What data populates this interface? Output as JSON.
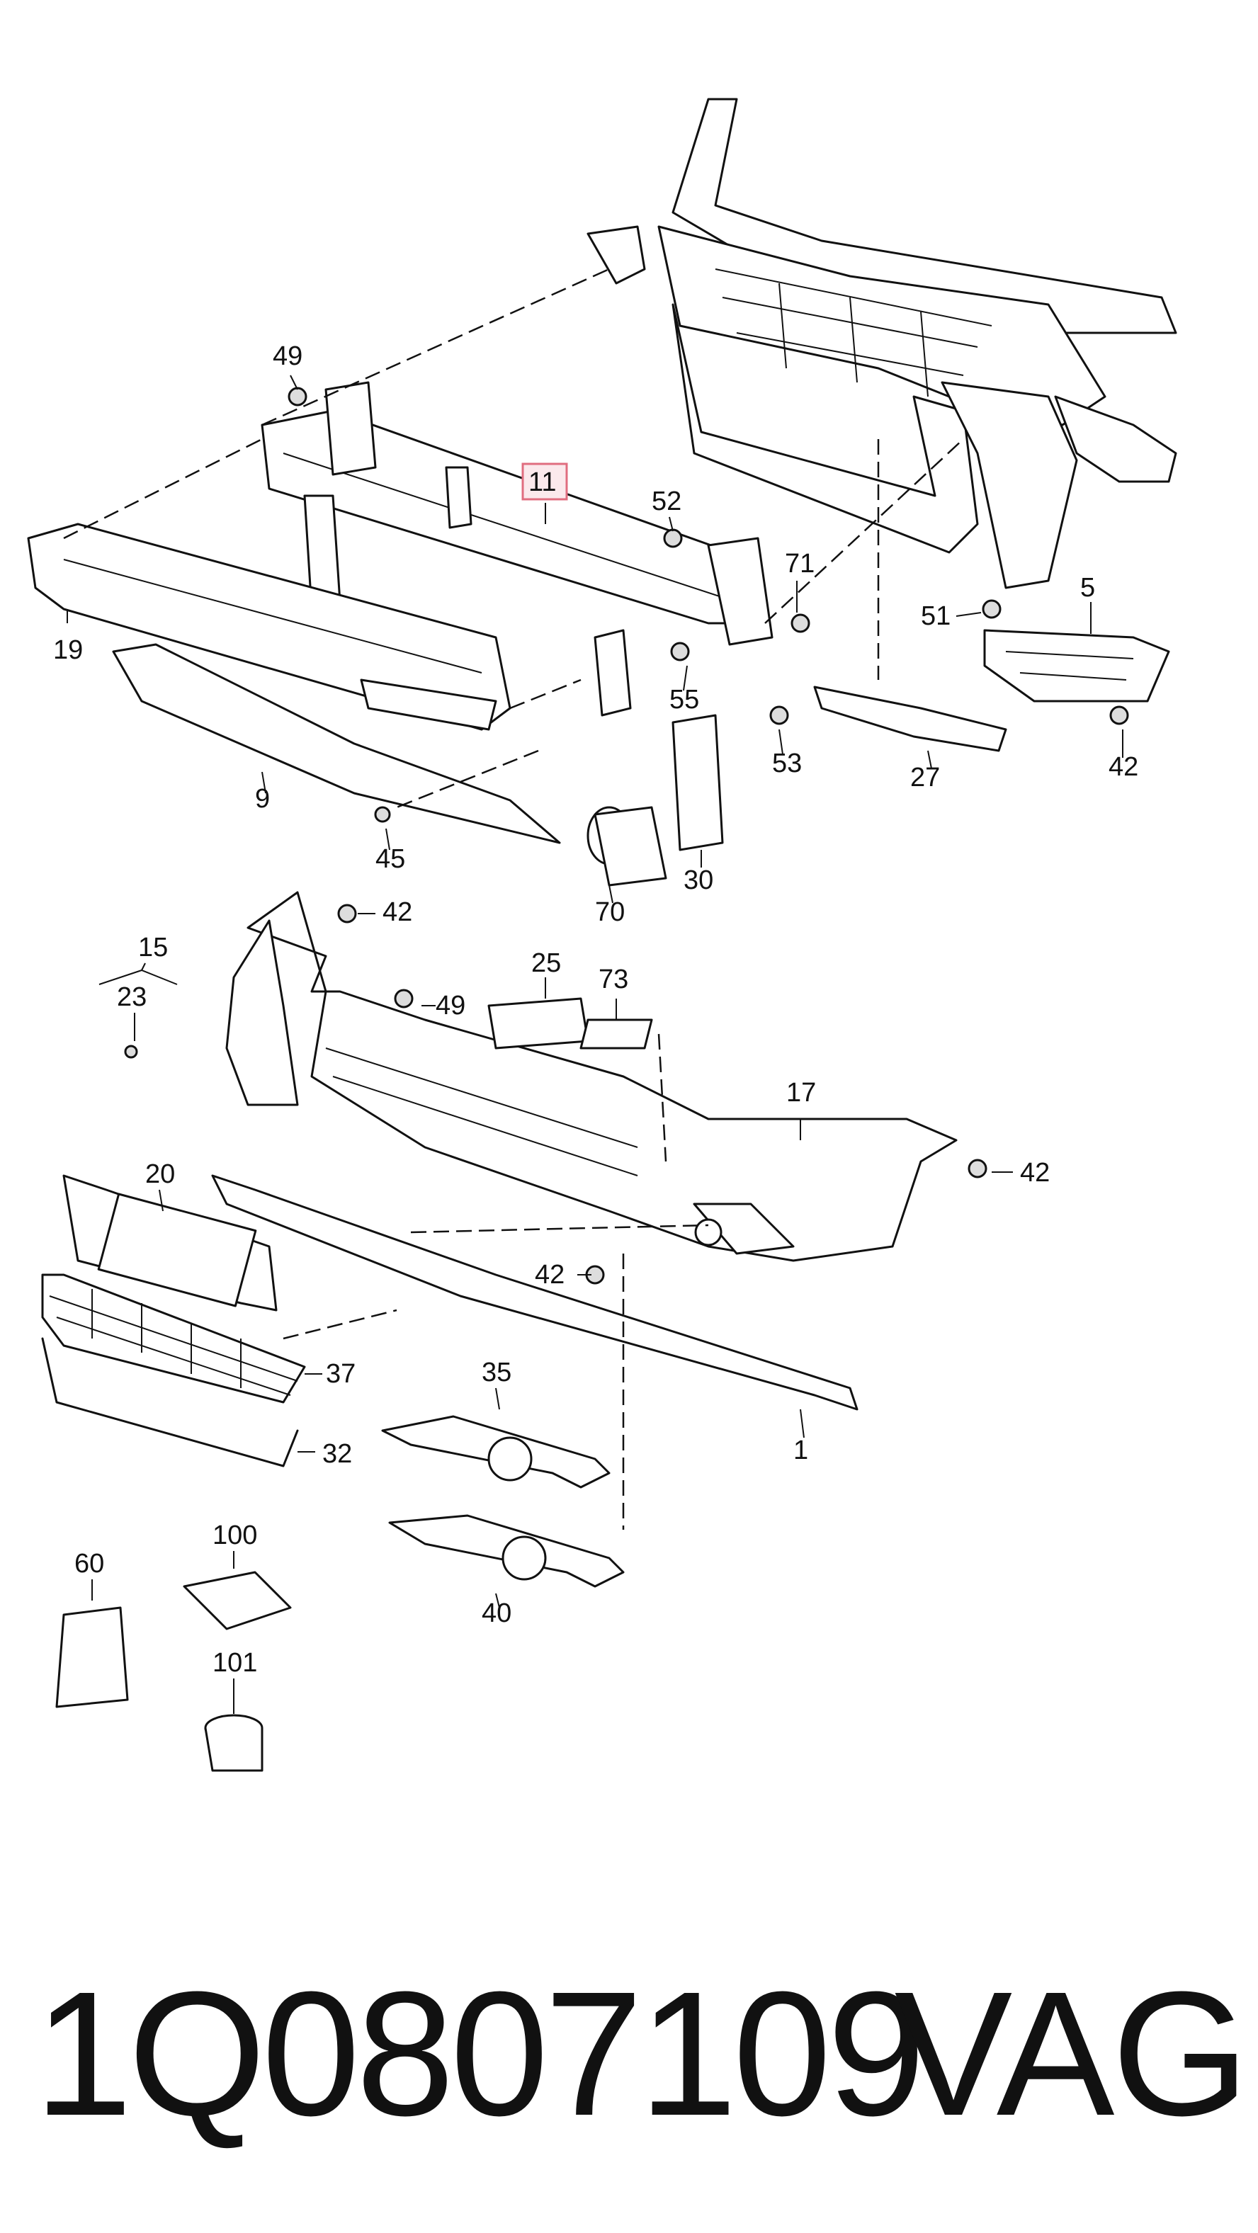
{
  "callouts": [
    "49",
    "11",
    "52",
    "71",
    "5",
    "51",
    "42",
    "19",
    "55",
    "53",
    "27",
    "9",
    "45",
    "70",
    "30",
    "15",
    "23",
    "25",
    "73",
    "17",
    "20",
    "37",
    "32",
    "35",
    "1",
    "40",
    "60",
    "100",
    "101"
  ],
  "footer": {
    "part_number": "1Q0807109",
    "brand": "VAG"
  }
}
